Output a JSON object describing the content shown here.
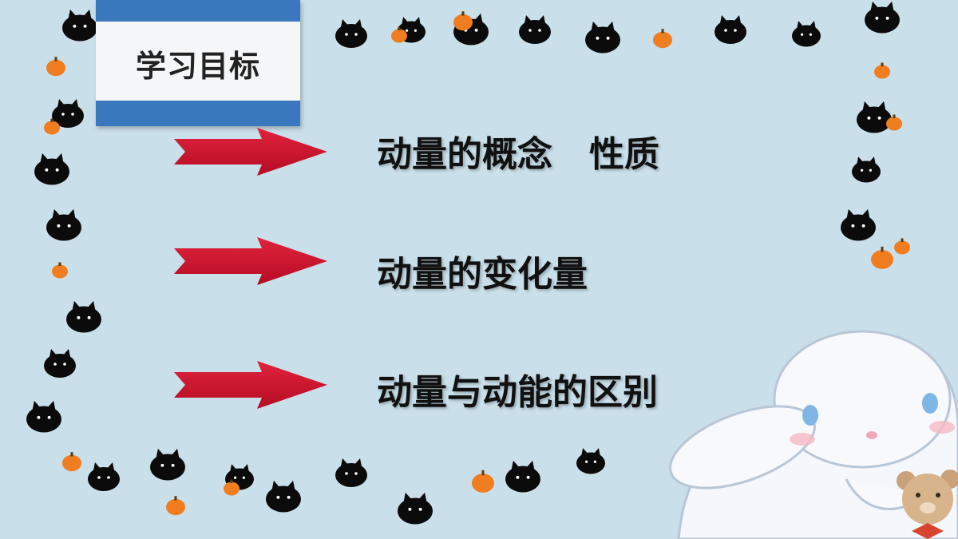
{
  "slide": {
    "title": "学习目标",
    "goals": [
      {
        "label": "动量的概念   性质"
      },
      {
        "label": "动量的变化量"
      },
      {
        "label": "动量与动能的区别"
      }
    ]
  },
  "colors": {
    "background": "#c9dfe9",
    "title_band": "#3a78bd",
    "arrow": "#c8102e",
    "cat": "#0b0b0b",
    "pumpkin": "#f07d1f"
  },
  "decor": {
    "border_icons": [
      "black-cat-icon",
      "pumpkin-icon"
    ],
    "corner_character": "white-bunny-with-teddy-bear-icon"
  }
}
